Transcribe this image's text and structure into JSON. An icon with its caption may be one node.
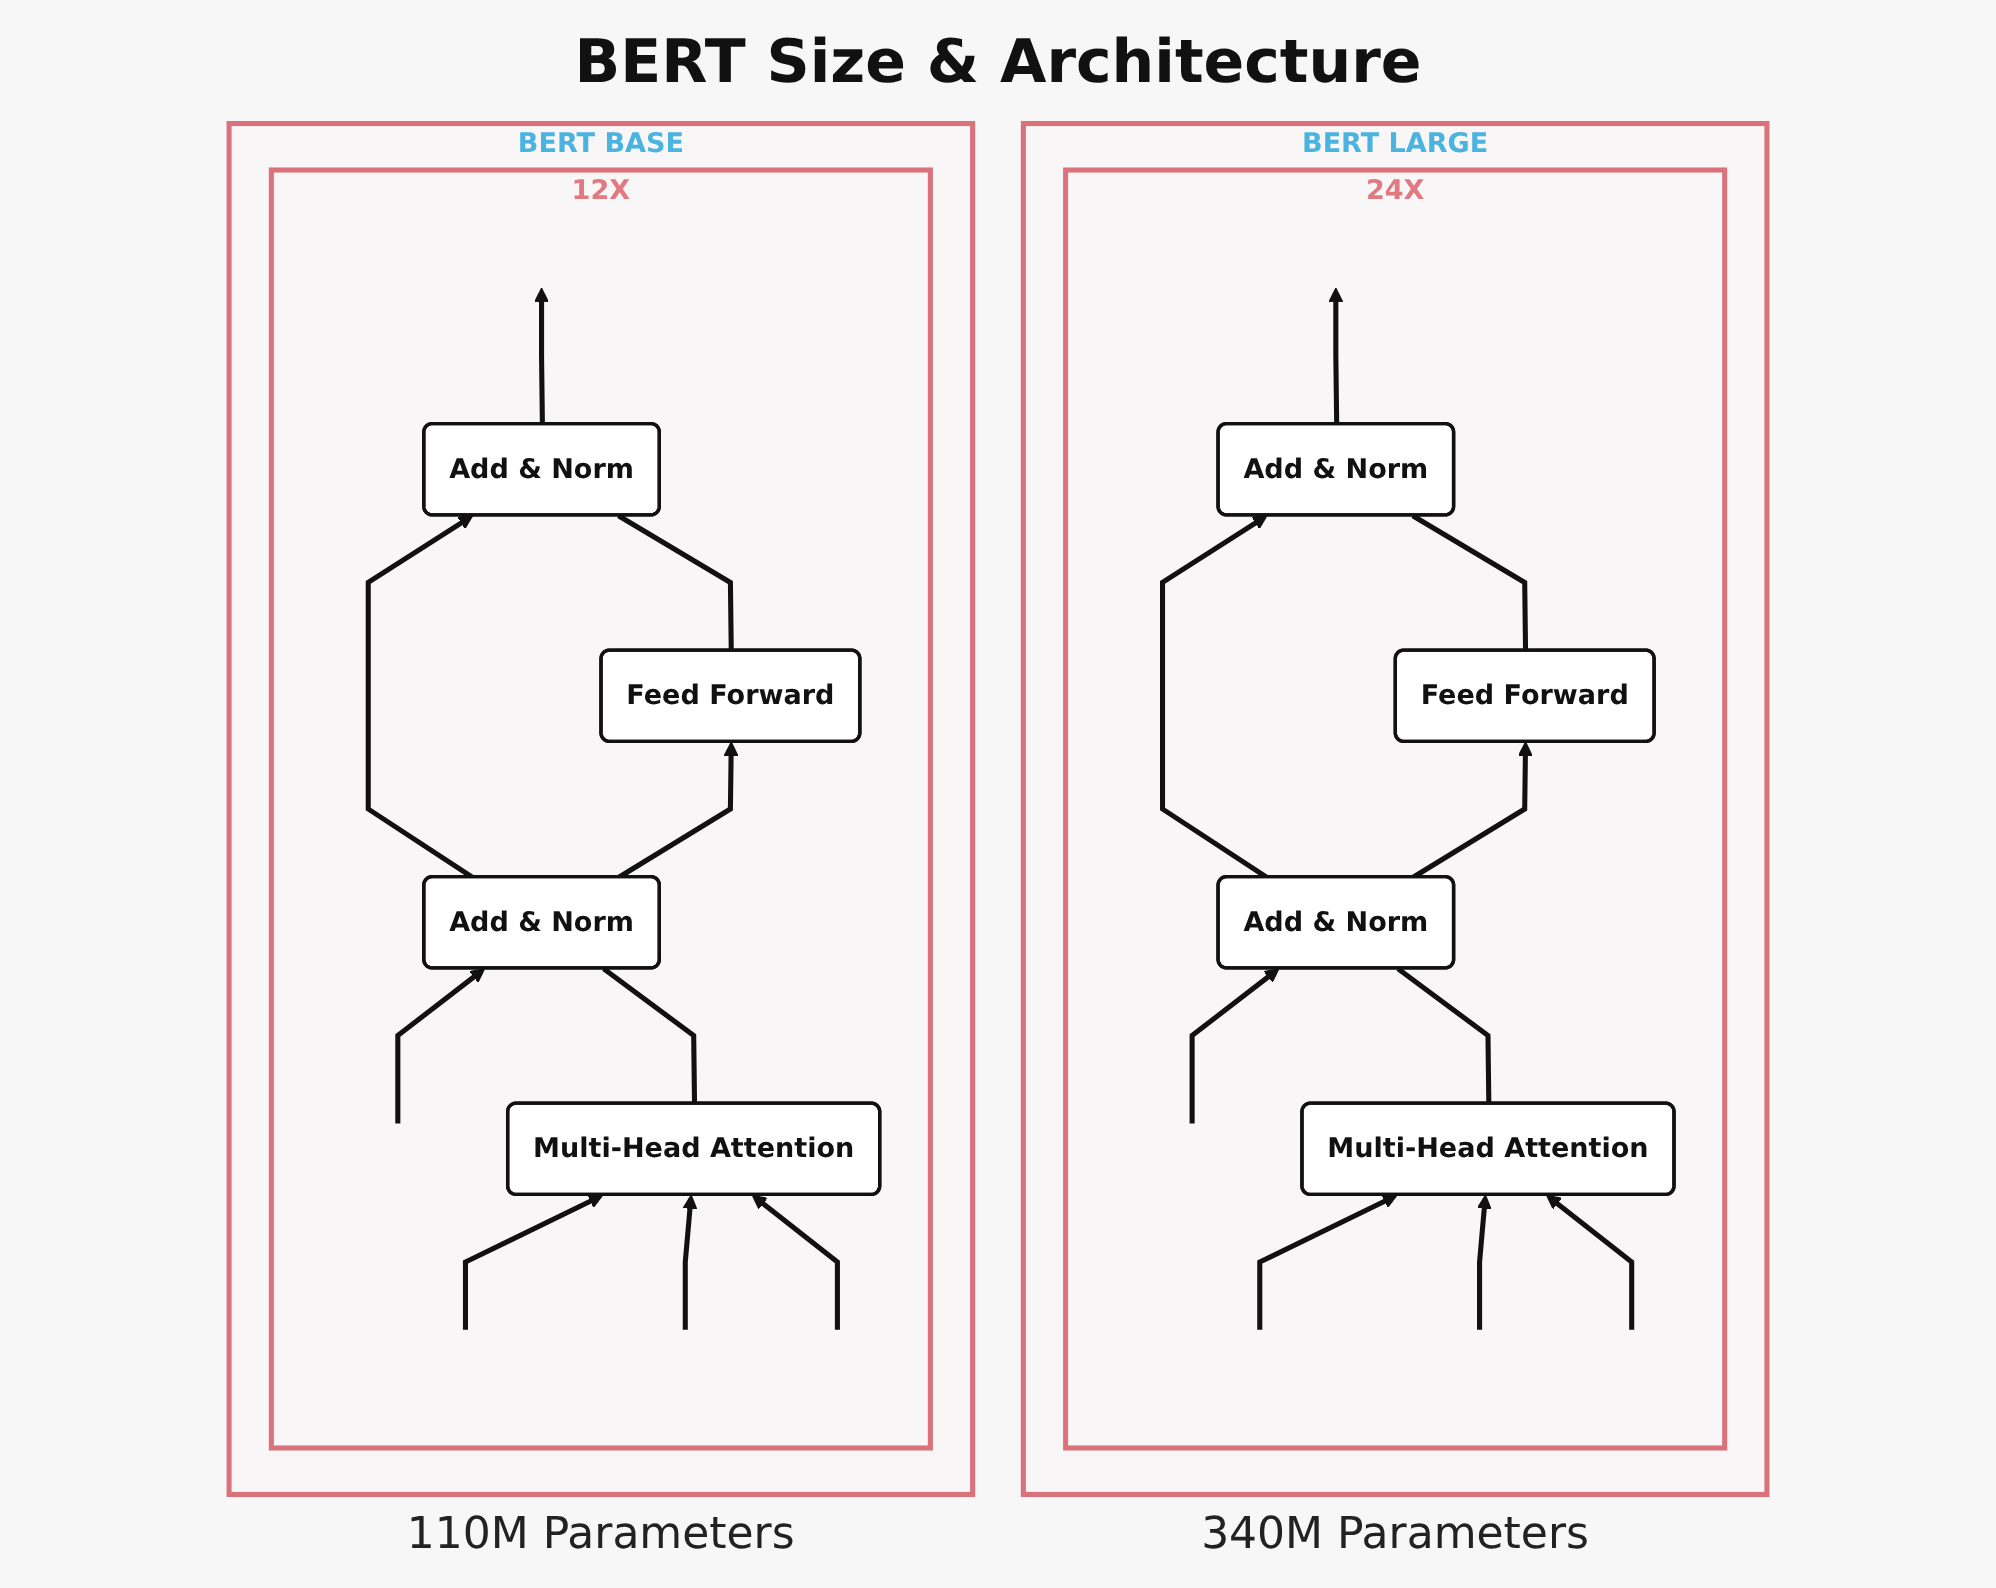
{
  "diagram": {
    "title": "BERT Size & Architecture",
    "nodes": [
      {
        "text": [
          "BERT BASE"
        ],
        "beside": [
          "110M Parameters"
        ]
      },
      {
        "text": [
          "12X"
        ],
        "in": 0
      },
      {
        "text": [
          "Add & Norm"
        ],
        "in": 1
      },
      {
        "text": [
          "Feed Forward"
        ],
        "in": 1
      },
      {
        "text": [
          "Add & Norm"
        ],
        "in": 1
      },
      {
        "text": [
          "Multi-Head Attention"
        ],
        "in": 1
      },
      {
        "text": [
          "BERT LARGE"
        ],
        "beside": [
          "340M Parameters"
        ]
      },
      {
        "text": [
          "24X"
        ],
        "in": 6
      },
      {
        "text": [
          "Add & Norm"
        ],
        "in": 7
      },
      {
        "text": [
          "Feed Forward"
        ],
        "in": 7
      },
      {
        "text": [
          "Add & Norm"
        ],
        "in": 7
      },
      {
        "text": [
          "Multi-Head Attention"
        ],
        "in": 7
      }
    ],
    "edges": [
      {
        "from": null,
        "to": 5,
        "arrow": "to"
      },
      {
        "from": null,
        "to": 5,
        "arrow": "to"
      },
      {
        "from": null,
        "to": 5,
        "arrow": "to"
      },
      {
        "from": null,
        "to": 4,
        "arrow": "to"
      },
      {
        "from": 5,
        "to": 4,
        "arrow": "none"
      },
      {
        "from": 4,
        "to": 3,
        "arrow": "to"
      },
      {
        "from": 4,
        "to": 2,
        "arrow": "to"
      },
      {
        "from": 3,
        "to": 2,
        "arrow": "none"
      },
      {
        "from": 2,
        "to": null,
        "arrow": "to"
      },
      {
        "from": null,
        "to": 11,
        "arrow": "to"
      },
      {
        "from": null,
        "to": 11,
        "arrow": "to"
      },
      {
        "from": null,
        "to": 11,
        "arrow": "to"
      },
      {
        "from": null,
        "to": 10,
        "arrow": "to"
      },
      {
        "from": 11,
        "to": 10,
        "arrow": "none"
      },
      {
        "from": 10,
        "to": 9,
        "arrow": "to"
      },
      {
        "from": 10,
        "to": 8,
        "arrow": "to"
      },
      {
        "from": 9,
        "to": 8,
        "arrow": "none"
      },
      {
        "from": 8,
        "to": null,
        "arrow": "to"
      }
    ]
  }
}
